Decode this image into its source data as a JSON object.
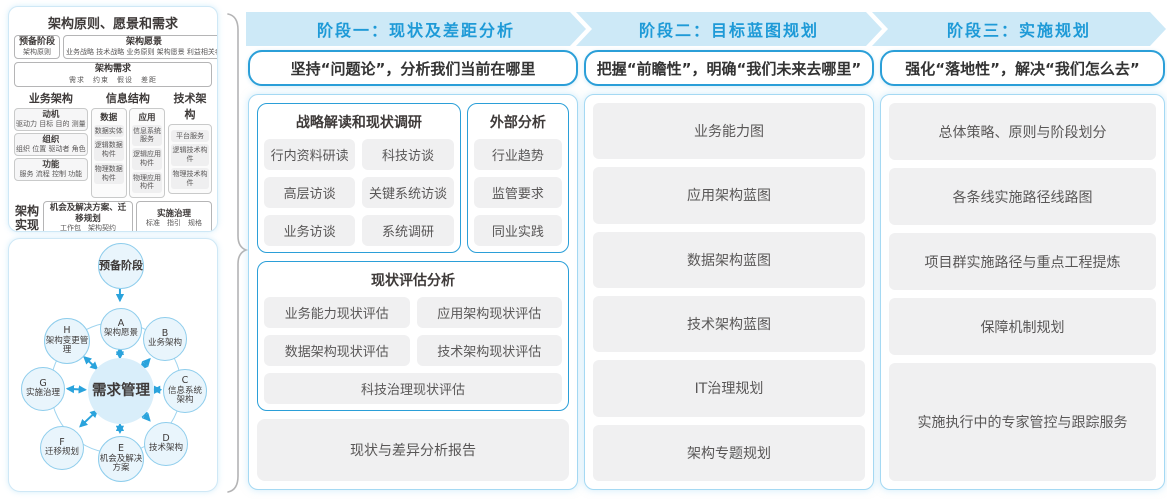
{
  "palette": {
    "accent_blue": "#1e9ad7",
    "band_blue": "#cde9f7",
    "border_blue": "#2b9fd8",
    "light_border_blue": "#a5d9f3",
    "item_gray": "#f0f0f1",
    "text_dark": "#3e3a39",
    "text_gray": "#595757"
  },
  "left_panel": {
    "title": "架构原则、愿景和需求",
    "prep": {
      "title": "预备阶段",
      "item": "架构原则"
    },
    "vision": {
      "title": "架构愿景",
      "items": "业务战略 技术战略 业务原则 架构愿景 利益相关者"
    },
    "requirements": {
      "title": "架构需求",
      "items": "需求　约束　假设　差距"
    },
    "business": {
      "title": "业务架构",
      "groups": [
        {
          "title": "动机",
          "items": "驱动力 目标 目的 测量"
        },
        {
          "title": "组织",
          "items": "组织 位置 驱动者 角色"
        },
        {
          "title": "功能",
          "items": "服务 流程 控制 功能"
        }
      ]
    },
    "information": {
      "title": "信息结构",
      "columns": [
        {
          "title": "数据",
          "items": [
            "数据实体",
            "逻辑数据构件",
            "物理数据构件"
          ]
        },
        {
          "title": "应用",
          "items": [
            "信息系统服务",
            "逻辑应用构件",
            "物理应用构件"
          ]
        }
      ]
    },
    "technology": {
      "title": "技术架构",
      "items": [
        "平台服务",
        "逻辑技术构件",
        "物理技术构件"
      ]
    },
    "realization": {
      "label": "架构实现",
      "opportunities": {
        "title": "机会及解决方案、迁移规划",
        "items": "工作包　架构契约"
      },
      "governance": {
        "title": "实施治理",
        "items": "标准　指引　规格"
      }
    }
  },
  "adm": {
    "prep": "预备阶段",
    "center": "需求管理",
    "nodes": [
      {
        "letter": "A",
        "label": "架构愿景"
      },
      {
        "letter": "B",
        "label": "业务架构"
      },
      {
        "letter": "C",
        "label": "信息系统架构"
      },
      {
        "letter": "D",
        "label": "技术架构"
      },
      {
        "letter": "E",
        "label": "机会及解决方案"
      },
      {
        "letter": "F",
        "label": "迁移规划"
      },
      {
        "letter": "G",
        "label": "实施治理"
      },
      {
        "letter": "H",
        "label": "架构变更管理"
      }
    ]
  },
  "phases": [
    {
      "header": "阶段一：现状及差距分析",
      "subtitle": "坚持“问题论”，分析我们当前在哪里",
      "research": {
        "title": "战略解读和现状调研",
        "items": [
          "行内资料研读",
          "科技访谈",
          "高层访谈",
          "关键系统访谈",
          "业务访谈",
          "系统调研"
        ]
      },
      "external": {
        "title": "外部分析",
        "items": [
          "行业趋势",
          "监管要求",
          "同业实践"
        ]
      },
      "assessment": {
        "title": "现状评估分析",
        "items": [
          "业务能力现状评估",
          "应用架构现状评估",
          "数据架构现状评估",
          "技术架构现状评估",
          "科技治理现状评估"
        ]
      },
      "report": "现状与差异分析报告"
    },
    {
      "header": "阶段二：目标蓝图规划",
      "subtitle": "把握“前瞻性”，明确“我们未来去哪里”",
      "items": [
        "业务能力图",
        "应用架构蓝图",
        "数据架构蓝图",
        "技术架构蓝图",
        "IT治理规划",
        "架构专题规划"
      ]
    },
    {
      "header": "阶段三：实施规划",
      "subtitle": "强化“落地性”，解决“我们怎么去”",
      "items": [
        "总体策略、原则与阶段划分",
        "各条线实施路径线路图",
        "项目群实施路径与重点工程提炼",
        "保障机制规划",
        "实施执行中的专家管控与跟踪服务"
      ]
    }
  ]
}
